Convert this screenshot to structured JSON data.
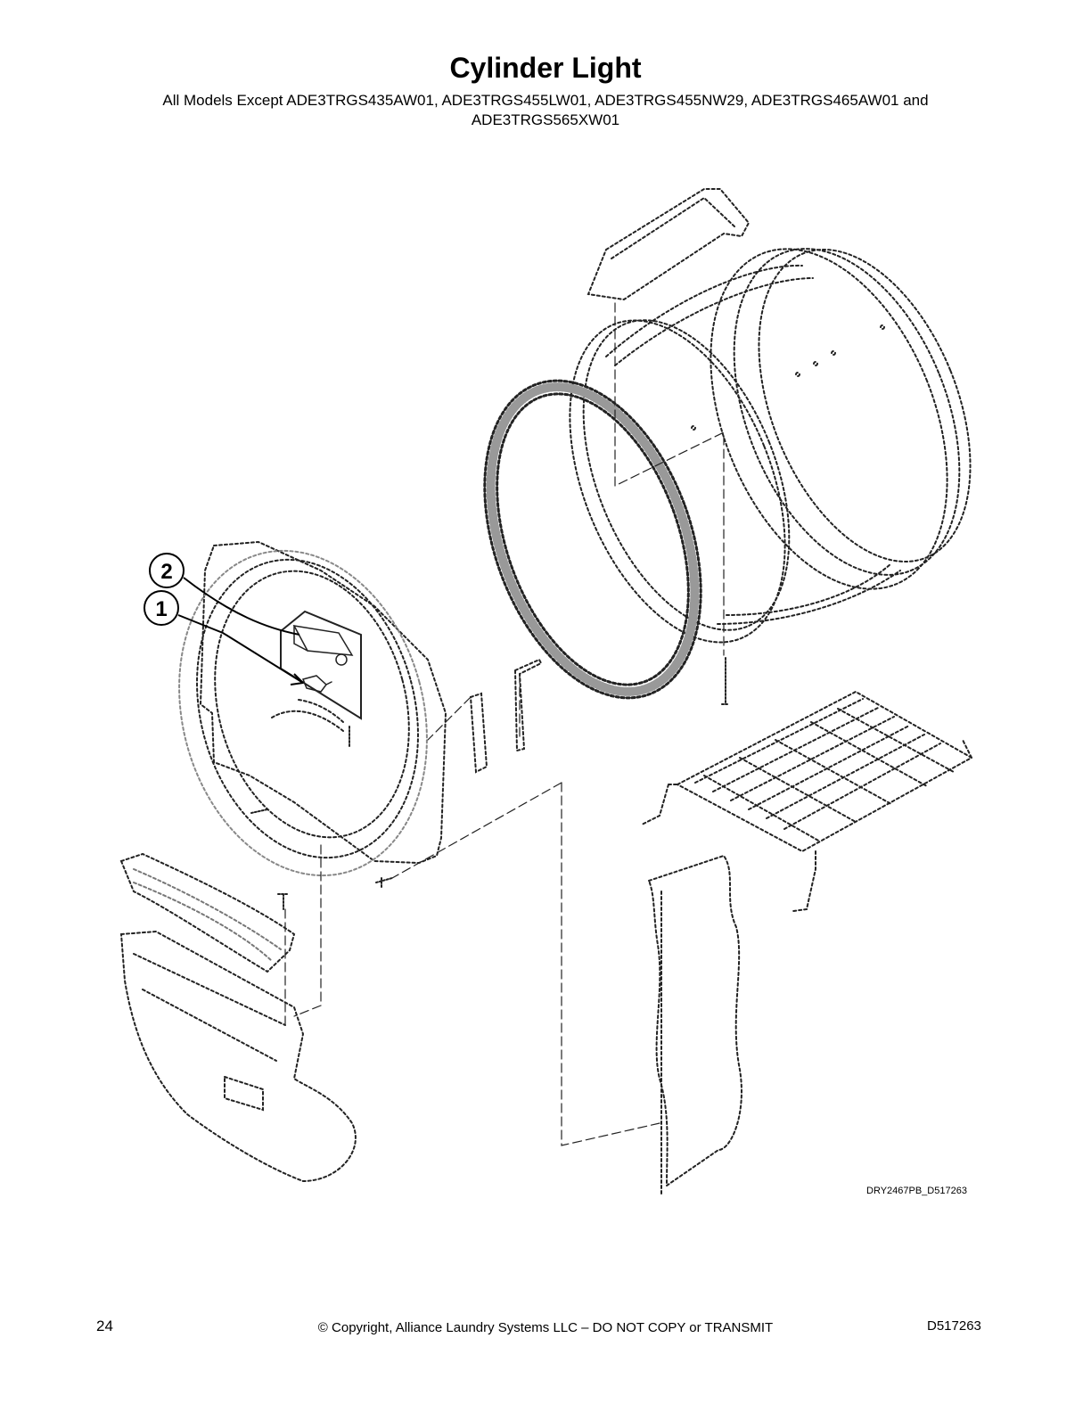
{
  "page": {
    "title": "Cylinder Light",
    "subtitle": "All Models Except ADE3TRGS435AW01, ADE3TRGS455LW01, ADE3TRGS455NW29, ADE3TRGS465AW01 and ADE3TRGS565XW01",
    "drawing_ref": "DRY2467PB_D517263",
    "page_number": "24",
    "copyright": "© Copyright, Alliance Laundry Systems LLC – DO NOT COPY or TRANSMIT",
    "doc_number": "D517263"
  },
  "callouts": [
    {
      "number": "2"
    },
    {
      "number": "1"
    }
  ]
}
